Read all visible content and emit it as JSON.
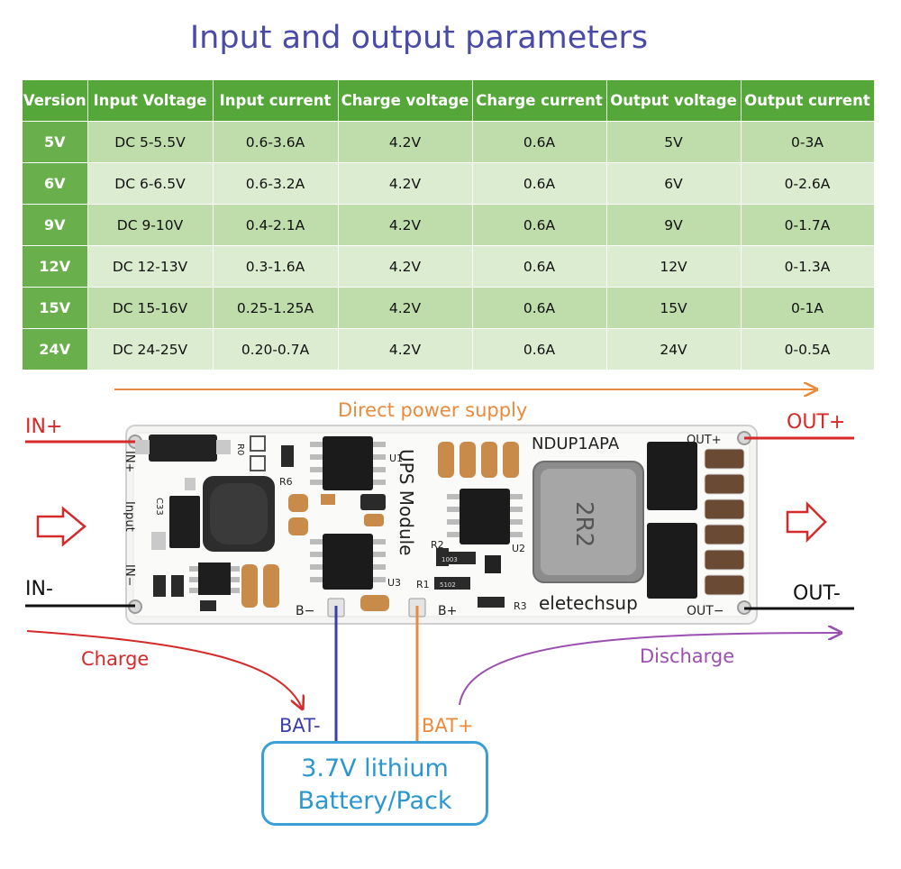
{
  "title": "Input and output parameters",
  "table": {
    "headers": [
      "Version",
      "Input Voltage",
      "Input current",
      "Charge voltage",
      "Charge current",
      "Output voltage",
      "Output current"
    ],
    "rows": [
      [
        "5V",
        "DC 5-5.5V",
        "0.6-3.6A",
        "4.2V",
        "0.6A",
        "5V",
        "0-3A"
      ],
      [
        "6V",
        "DC 6-6.5V",
        "0.6-3.2A",
        "4.2V",
        "0.6A",
        "6V",
        "0-2.6A"
      ],
      [
        "9V",
        "DC 9-10V",
        "0.4-2.1A",
        "4.2V",
        "0.6A",
        "9V",
        "0-1.7A"
      ],
      [
        "12V",
        "DC 12-13V",
        "0.3-1.6A",
        "4.2V",
        "0.6A",
        "12V",
        "0-1.3A"
      ],
      [
        "15V",
        "DC 15-16V",
        "0.25-1.25A",
        "4.2V",
        "0.6A",
        "15V",
        "0-1A"
      ],
      [
        "24V",
        "DC 24-25V",
        "0.20-0.7A",
        "4.2V",
        "0.6A",
        "24V",
        "0-0.5A"
      ]
    ]
  },
  "diagram": {
    "direct_power_supply": "Direct power supply",
    "in_plus": "IN+",
    "in_minus": "IN-",
    "out_plus": "OUT+",
    "out_minus": "OUT-",
    "charge": "Charge",
    "discharge": "Discharge",
    "bat_minus": "BAT-",
    "bat_plus": "BAT+",
    "battery_line1": "3.7V lithium",
    "battery_line2": "Battery/Pack"
  },
  "board": {
    "model": "NDUP1APA",
    "module_label": "UPS Module",
    "brand": "eletechsup",
    "input_label": "Input",
    "pin_in_plus": "IN+",
    "pin_in_minus": "IN−",
    "pin_out_plus": "OUT+",
    "pin_out_minus": "OUT−",
    "pin_b_minus": "B−",
    "pin_b_plus": "B+",
    "ref_u1": "U1",
    "ref_u2": "U2",
    "ref_u3": "U3",
    "ref_r0": "R0",
    "ref_r1": "R1",
    "ref_r2": "R2",
    "ref_r3": "R3",
    "ref_r6": "R6",
    "ref_c33": "C33",
    "inductor_marking": "2R2",
    "resistor_1003": "1003",
    "resistor_5102": "5102"
  },
  "colors": {
    "table_header": "#56a73a",
    "row_dark": "#bfdcab",
    "row_light": "#dcecd0",
    "title": "#4a4aa8",
    "red": "#d42a2a",
    "orange": "#ea8a3a",
    "purple": "#9b4fb0",
    "blue": "#3b3fa6",
    "battery": "#3aa0d3"
  }
}
